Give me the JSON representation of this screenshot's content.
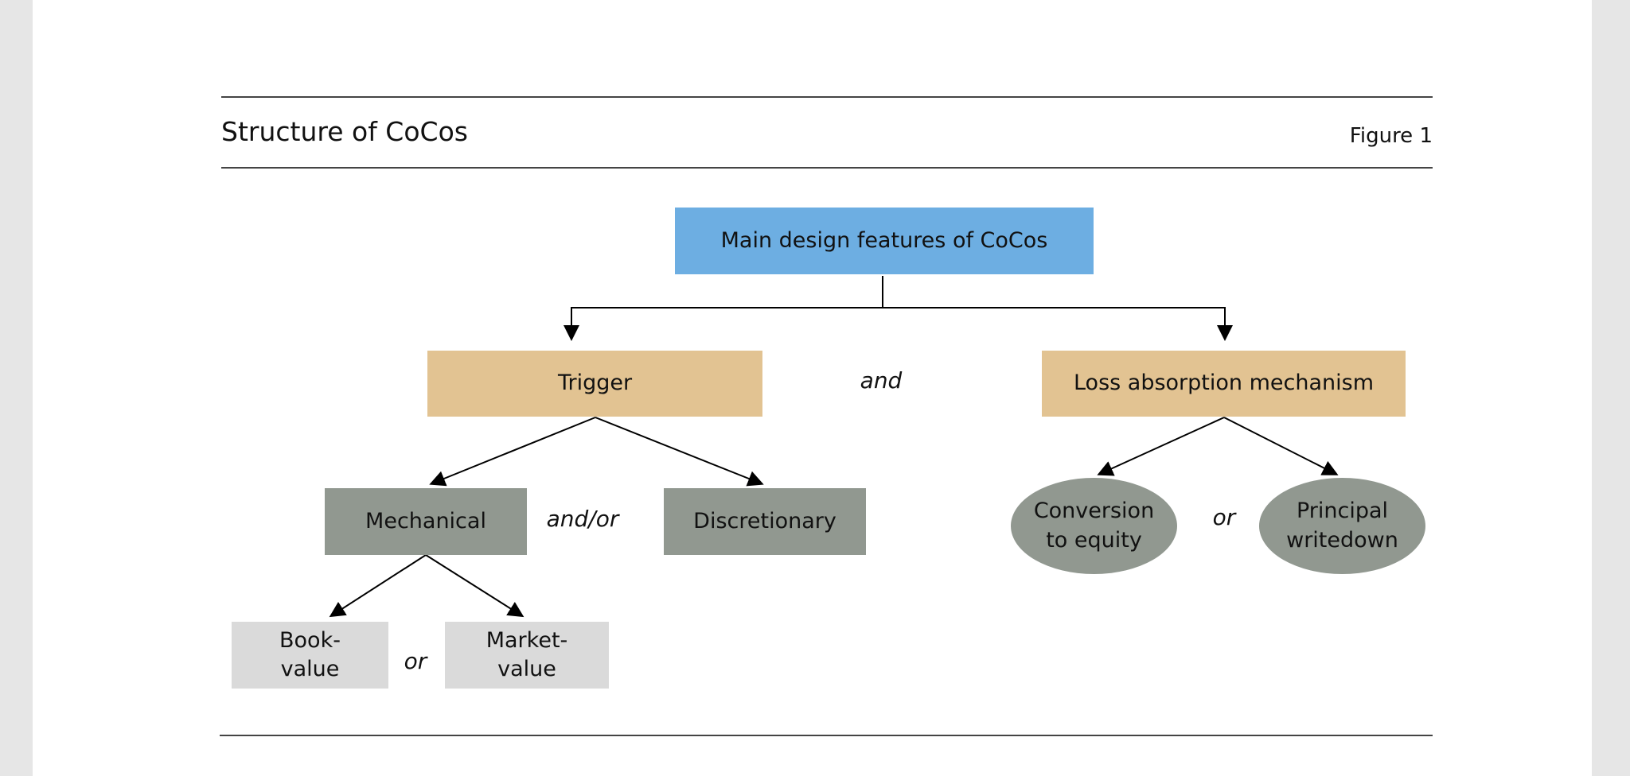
{
  "figure": {
    "title": "Structure of CoCos",
    "label": "Figure 1"
  },
  "nodes": {
    "root": "Main design features of CoCos",
    "trigger": "Trigger",
    "loss_absorption": "Loss absorption mechanism",
    "mechanical": "Mechanical",
    "discretionary": "Discretionary",
    "book_value": "Book-\nvalue",
    "market_value": "Market-\nvalue",
    "conversion": "Conversion\nto equity",
    "writedown": "Principal\nwritedown"
  },
  "connectors": {
    "trigger_and_loss": "and",
    "mechanical_and_or_discretionary": "and/or",
    "book_or_market": "or",
    "conversion_or_writedown": "or"
  },
  "edges": [
    {
      "from": "root",
      "to": "trigger"
    },
    {
      "from": "root",
      "to": "loss_absorption"
    },
    {
      "from": "trigger",
      "to": "mechanical"
    },
    {
      "from": "trigger",
      "to": "discretionary"
    },
    {
      "from": "mechanical",
      "to": "book_value"
    },
    {
      "from": "mechanical",
      "to": "market_value"
    },
    {
      "from": "loss_absorption",
      "to": "conversion"
    },
    {
      "from": "loss_absorption",
      "to": "writedown"
    }
  ],
  "colors": {
    "root": "#6daee2",
    "level1": "#e2c392",
    "level2": "#919890",
    "level3": "#dadada"
  }
}
